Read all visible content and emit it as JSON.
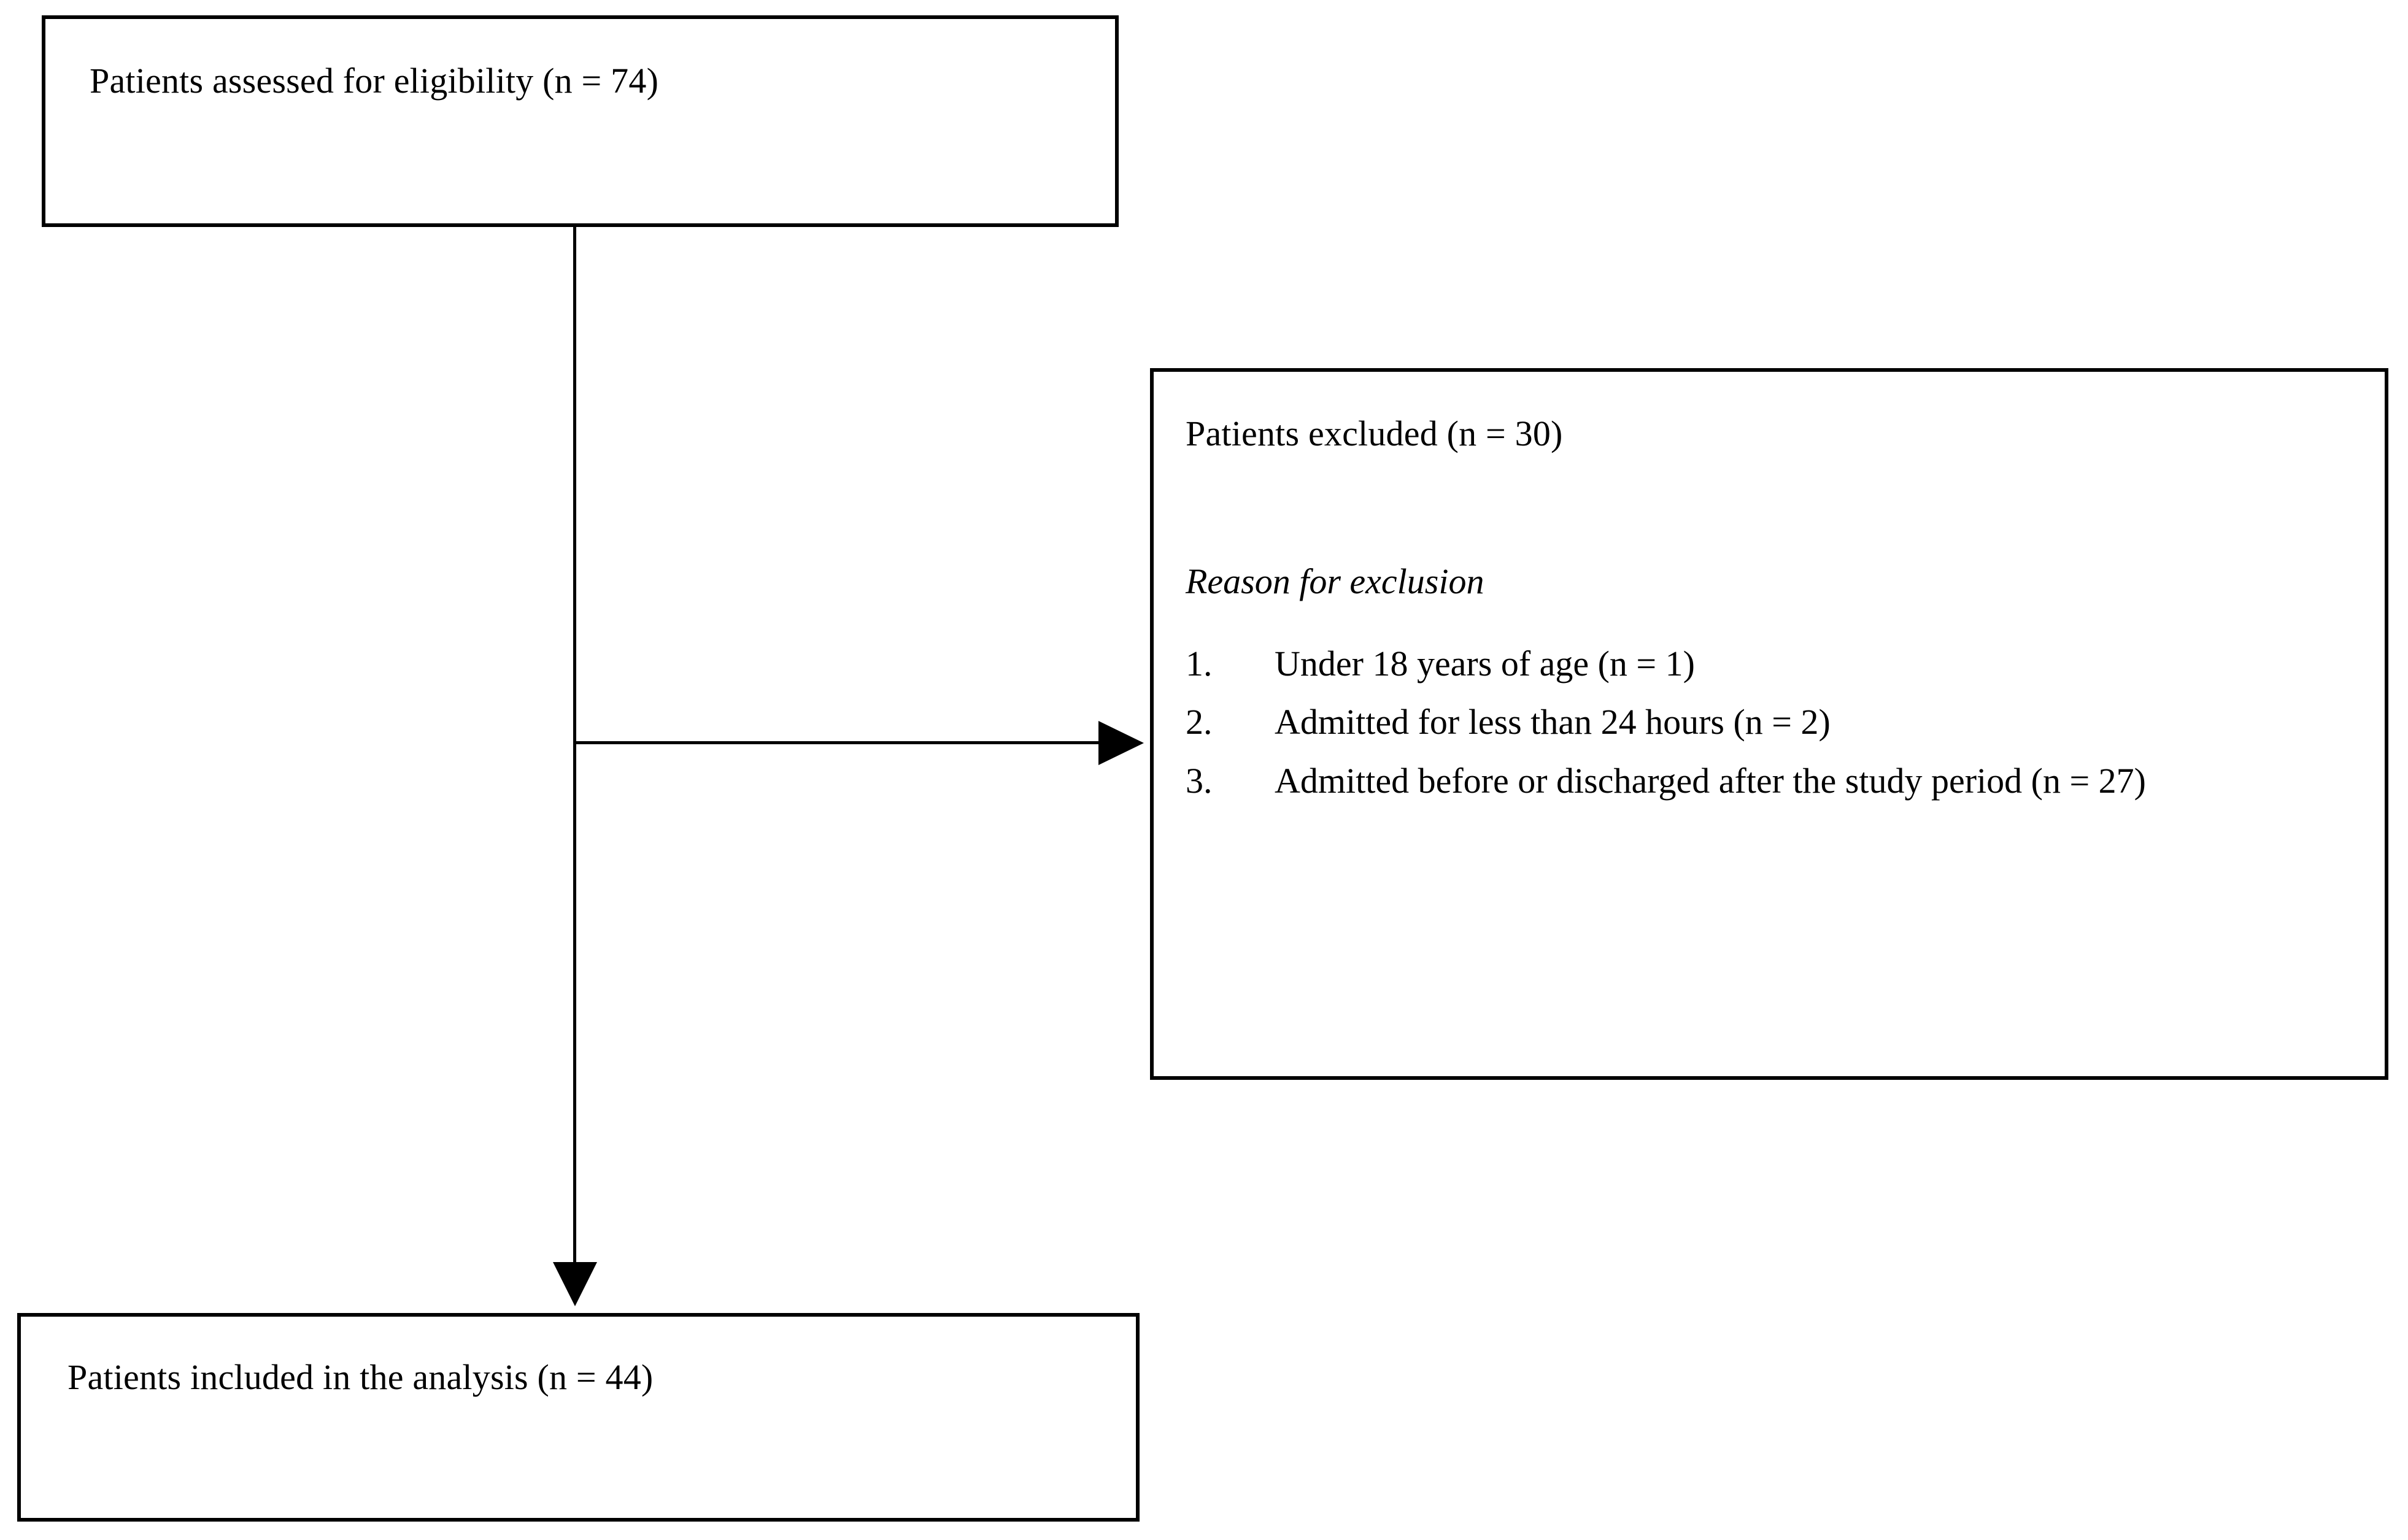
{
  "diagram": {
    "type": "consort-flow-diagram",
    "title_visible": false,
    "boxes": {
      "eligibility": {
        "label": "Patients assessed for eligibility (n = 74)",
        "n": 74
      },
      "excluded": {
        "title": "Patients excluded (n = 30)",
        "n": 30,
        "reason_heading": "Reason for exclusion",
        "reasons": [
          {
            "number": "1.",
            "text": "Under 18 years of age (n = 1)",
            "n": 1
          },
          {
            "number": "2.",
            "text": "Admitted for less than 24 hours (n = 2)",
            "n": 2
          },
          {
            "number": "3.",
            "text": "Admitted before or discharged after the study period (n = 27)",
            "n": 27
          }
        ]
      },
      "included": {
        "label": "Patients included in the analysis (n = 44)",
        "n": 44
      }
    },
    "connectors": [
      {
        "name": "eligibility-to-excluded",
        "from": "eligibility",
        "to": "excluded",
        "direction": "right"
      },
      {
        "name": "eligibility-to-included",
        "from": "eligibility",
        "to": "included",
        "direction": "down"
      }
    ],
    "colors": {
      "stroke": "#000000",
      "fill": "#ffffff",
      "text": "#000000"
    }
  }
}
